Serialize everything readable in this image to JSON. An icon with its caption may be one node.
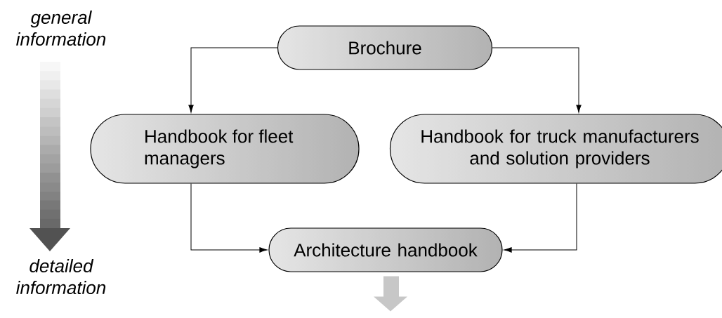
{
  "diagram": {
    "nodes": [
      {
        "text": [
          "Brochure"
        ]
      },
      {
        "text": [
          "Handbook for fleet managers"
        ]
      },
      {
        "text": [
          "Handbook for truck manufacturers and solution providers"
        ]
      },
      {
        "text": [
          "Architecture handbook"
        ]
      }
    ],
    "edges": [
      {
        "from": 0,
        "to": 1,
        "arrow": "to"
      },
      {
        "from": 0,
        "to": 2,
        "arrow": "to"
      },
      {
        "from": 1,
        "to": 3,
        "arrow": "to"
      },
      {
        "from": 2,
        "to": 3,
        "arrow": "to"
      },
      {
        "from": 3,
        "to": null,
        "arrow": "to"
      }
    ],
    "labels": [
      "general information",
      "detailed information"
    ]
  }
}
